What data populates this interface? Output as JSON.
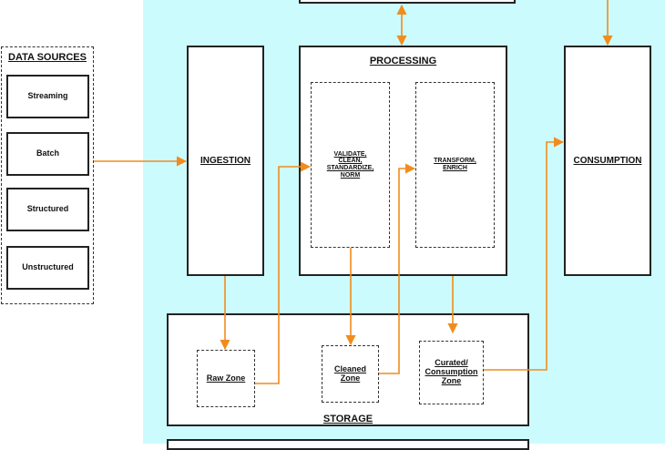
{
  "sources": {
    "title": "DATA SOURCES",
    "items": [
      "Streaming",
      "Batch",
      "Structured",
      "Unstructured"
    ]
  },
  "ingestion": {
    "label": "INGESTION"
  },
  "processing": {
    "title": "PROCESSING",
    "validate": "VALIDATE,\nCLEAN,\nSTANDARDIZE,\nNORM",
    "transform": "TRANSFORM,\nENRICH"
  },
  "consumption": {
    "label": "CONSUMPTION"
  },
  "storage": {
    "title": "STORAGE",
    "raw": "Raw Zone",
    "cleaned": "Cleaned\nZone",
    "curated": "Curated/\nConsumption\nZone"
  },
  "colors": {
    "background": "#ccfbfe",
    "arrow": "#f08c1e",
    "border": "#222222"
  }
}
